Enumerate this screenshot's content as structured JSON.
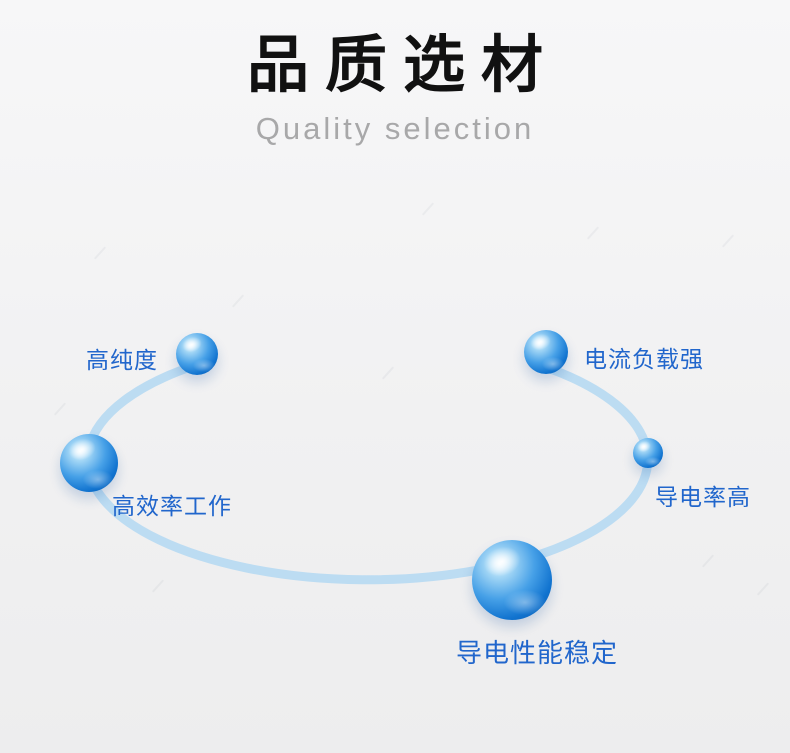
{
  "header": {
    "title": "品质选材",
    "subtitle": "Quality selection"
  },
  "diagram": {
    "orbit_color": "#bcdcf2",
    "label_color": "#2166cc",
    "bubble_color_deep": "#0a55a6",
    "bubble_color_light": "#a6d8f6",
    "items": [
      {
        "id": "high-purity",
        "label": "高纯度"
      },
      {
        "id": "current-load",
        "label": "电流负载强"
      },
      {
        "id": "high-efficiency",
        "label": "高效率工作"
      },
      {
        "id": "high-conductivity",
        "label": "导电率高"
      },
      {
        "id": "stable-conductivity",
        "label": "导电性能稳定"
      }
    ]
  }
}
